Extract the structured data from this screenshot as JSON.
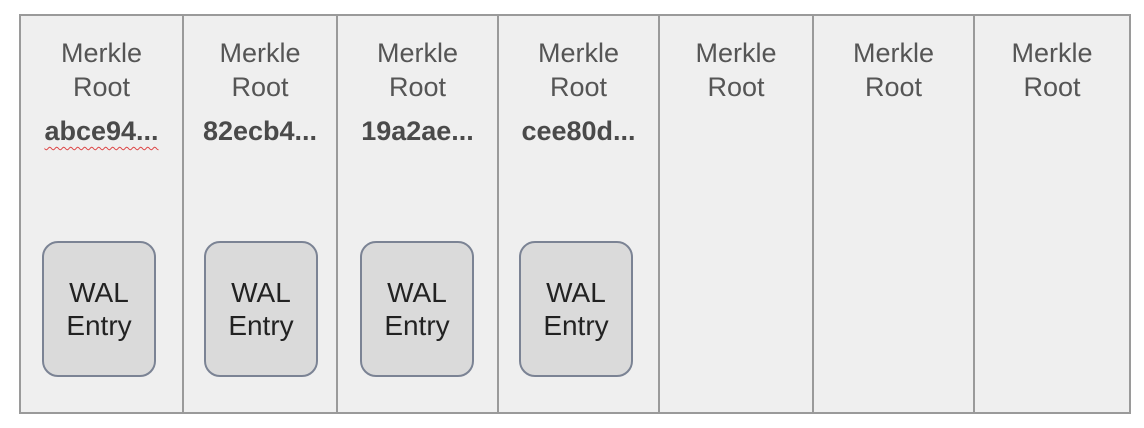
{
  "cells": [
    {
      "title_line1": "Merkle",
      "title_line2": "Root",
      "hash": "abce94...",
      "entry_line1": "WAL",
      "entry_line2": "Entry"
    },
    {
      "title_line1": "Merkle",
      "title_line2": "Root",
      "hash": "82ecb4...",
      "entry_line1": "WAL",
      "entry_line2": "Entry"
    },
    {
      "title_line1": "Merkle",
      "title_line2": "Root",
      "hash": "19a2ae...",
      "entry_line1": "WAL",
      "entry_line2": "Entry"
    },
    {
      "title_line1": "Merkle",
      "title_line2": "Root",
      "hash": "cee80d...",
      "entry_line1": "WAL",
      "entry_line2": "Entry"
    },
    {
      "title_line1": "Merkle",
      "title_line2": "Root"
    },
    {
      "title_line1": "Merkle",
      "title_line2": "Root"
    },
    {
      "title_line1": "Merkle",
      "title_line2": "Root"
    }
  ],
  "colors": {
    "panel": "#efefef",
    "border": "#9a9a9a",
    "entry_fill": "#dadada",
    "entry_border": "#7b8394"
  }
}
